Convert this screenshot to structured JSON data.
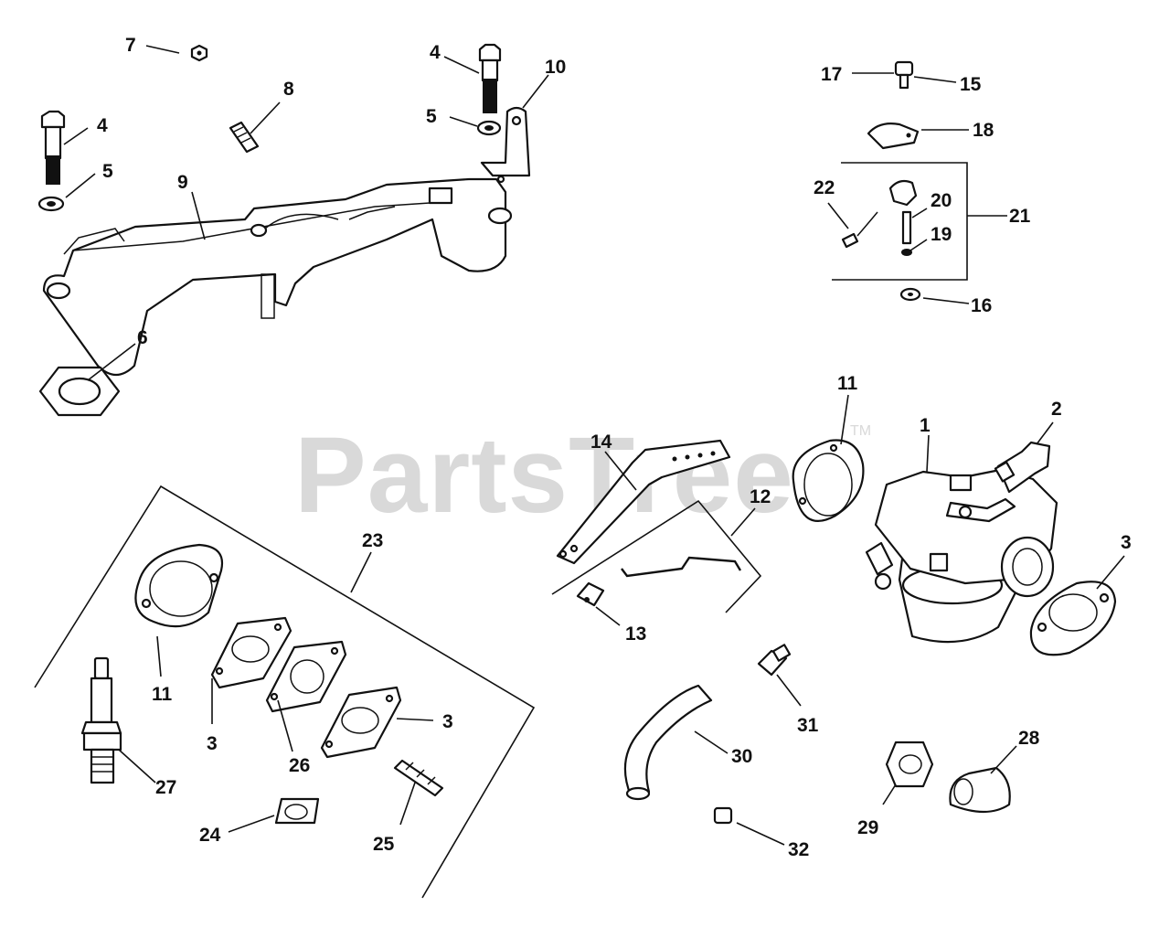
{
  "watermark": {
    "text": "PartsTree",
    "trademark": "TM"
  },
  "callouts": {
    "c7": "7",
    "c4a": "4",
    "c4b": "4",
    "c5a": "5",
    "c5b": "5",
    "c8": "8",
    "c10": "10",
    "c9": "9",
    "c6": "6",
    "c17": "17",
    "c15": "15",
    "c18": "18",
    "c22": "22",
    "c20": "20",
    "c21": "21",
    "c19": "19",
    "c16": "16",
    "c11a": "11",
    "c1": "1",
    "c2": "2",
    "c14": "14",
    "c12": "12",
    "c3a": "3",
    "c13": "13",
    "c23": "23",
    "c11b": "11",
    "c3b": "3",
    "c3c": "3",
    "c26": "26",
    "c27": "27",
    "c24": "24",
    "c25": "25",
    "c31": "31",
    "c30": "30",
    "c28": "28",
    "c29": "29",
    "c32": "32"
  }
}
